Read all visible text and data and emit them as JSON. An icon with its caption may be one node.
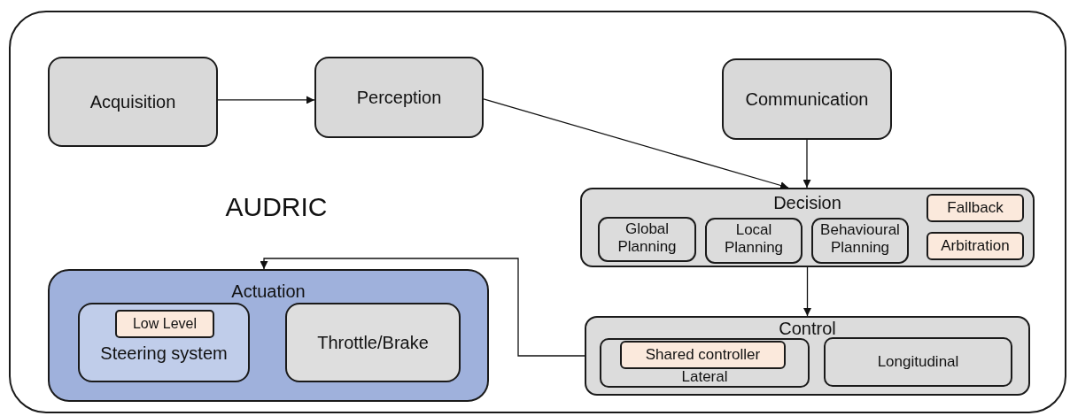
{
  "diagram": {
    "nodes": [
      {
        "text": [
          "AUDRIC"
        ]
      },
      {
        "text": [
          "Acquisition"
        ],
        "in": 0
      },
      {
        "text": [
          "Perception"
        ],
        "in": 0
      },
      {
        "text": [
          "Communication"
        ],
        "in": 0
      },
      {
        "text": [
          "Decision"
        ],
        "in": 0
      },
      {
        "text": [
          "Global Planning"
        ],
        "in": 4
      },
      {
        "text": [
          "Local Planning"
        ],
        "in": 4
      },
      {
        "text": [
          "Behavioural Planning"
        ],
        "in": 4
      },
      {
        "text": [
          "Fallback"
        ],
        "in": 4
      },
      {
        "text": [
          "Arbitration"
        ],
        "in": 4
      },
      {
        "text": [
          "Actuation"
        ],
        "in": 0
      },
      {
        "text": [
          "Steering system"
        ],
        "in": 10
      },
      {
        "text": [
          "Low Level"
        ],
        "in": 11
      },
      {
        "text": [
          "Throttle/Brake"
        ],
        "in": 10
      },
      {
        "text": [
          "Control"
        ],
        "in": 0
      },
      {
        "text": [
          "Lateral"
        ],
        "in": 14
      },
      {
        "text": [
          "Shared controller"
        ],
        "in": 15
      },
      {
        "text": [
          "Longitudinal"
        ],
        "in": 14
      }
    ],
    "edges": [
      {
        "from": 1,
        "to": 2,
        "arrow": "to"
      },
      {
        "from": 2,
        "to": 4,
        "arrow": "to"
      },
      {
        "from": 3,
        "to": 4,
        "arrow": "to"
      },
      {
        "from": 4,
        "to": 14,
        "arrow": "to"
      },
      {
        "from": 14,
        "to": 10,
        "arrow": "to"
      }
    ]
  }
}
